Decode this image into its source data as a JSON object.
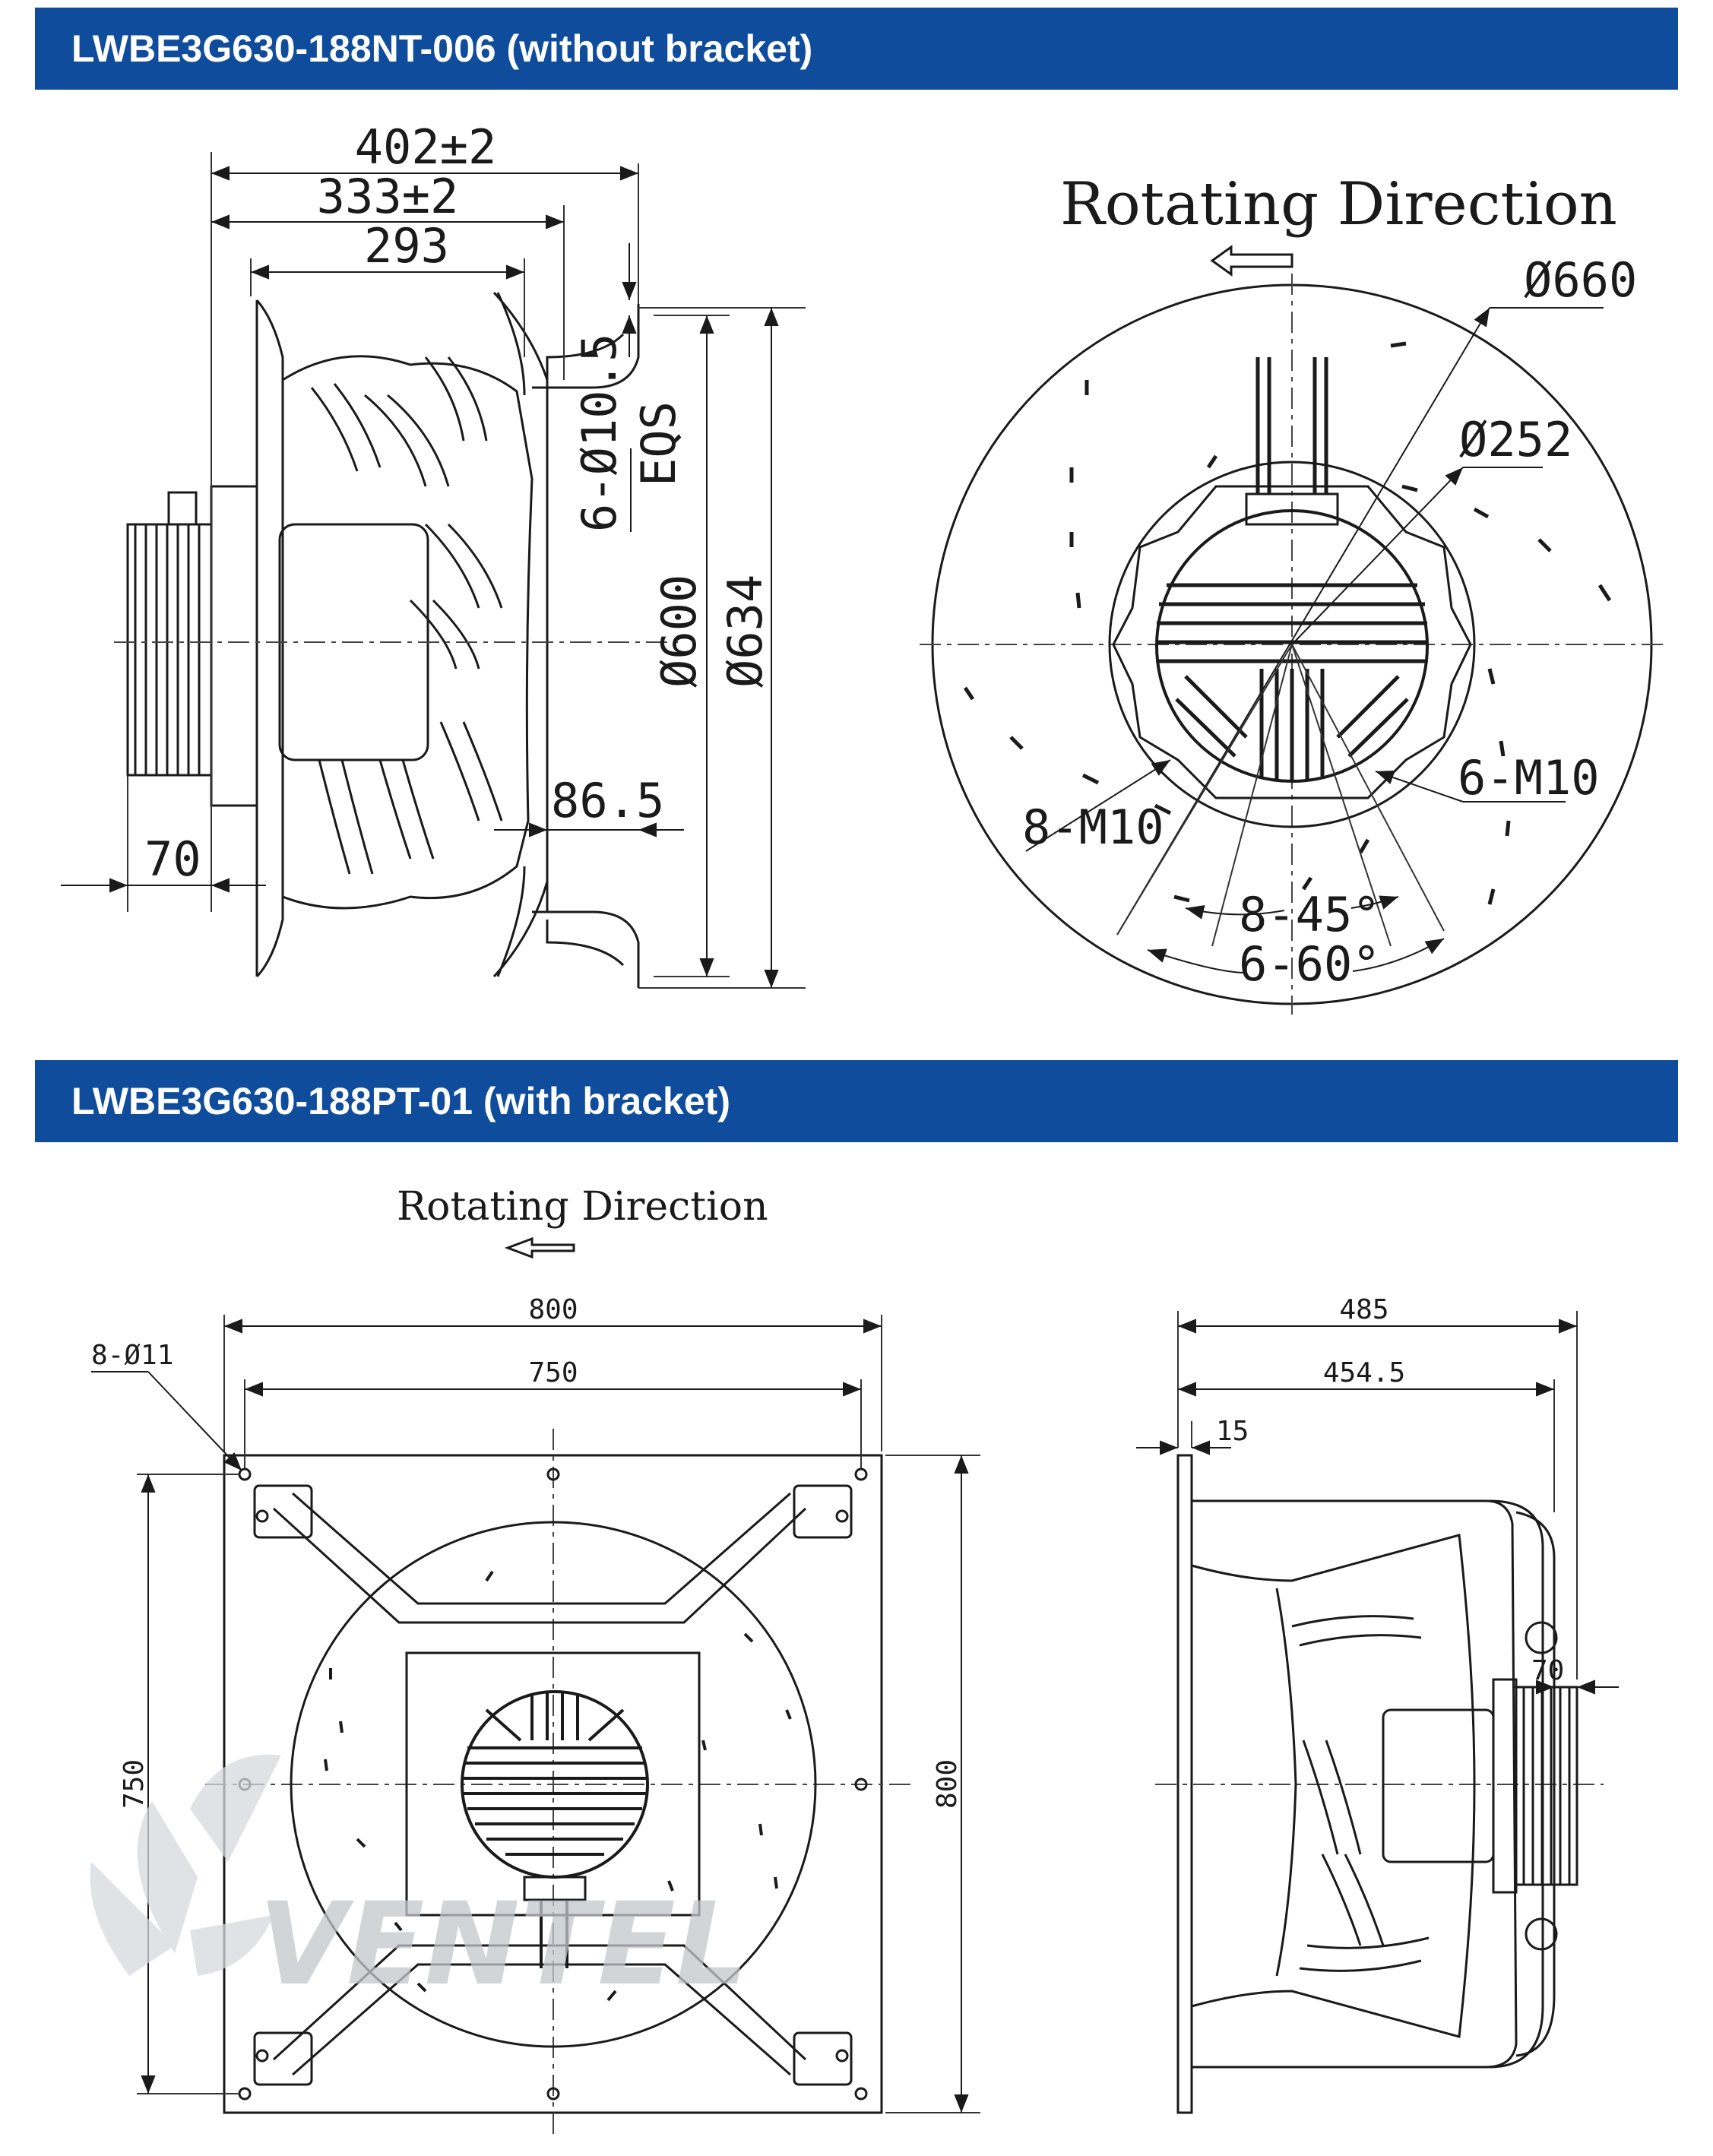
{
  "sections": [
    {
      "title": "LWBE3G630-188NT-006 (without bracket)"
    },
    {
      "title": "LWBE3G630-188PT-01 (with bracket)"
    }
  ],
  "side_view_1": {
    "dims": [
      "402±2",
      "333±2",
      "293",
      "6-Ø10.5",
      "EQS",
      "Ø600",
      "Ø634",
      "86.5",
      "70"
    ]
  },
  "front_view_1": {
    "rotation_label": "Rotating Direction",
    "dims": [
      "Ø660",
      "Ø252",
      "6-M10",
      "8-M10",
      "8-45°",
      "6-60°"
    ]
  },
  "bracket_front": {
    "rotation_label": "Rotating Direction",
    "dims": [
      "800",
      "750",
      "8-Ø11",
      "750",
      "800"
    ]
  },
  "bracket_side": {
    "dims": [
      "485",
      "454.5",
      "15",
      "70"
    ]
  },
  "watermark": {
    "text": "VENTEL",
    "colors": {
      "gray": "#c9cdd2",
      "blue": "#8fc0ea"
    }
  },
  "colors": {
    "banner": "#0f4c9c",
    "line": "#1a1a1a"
  }
}
